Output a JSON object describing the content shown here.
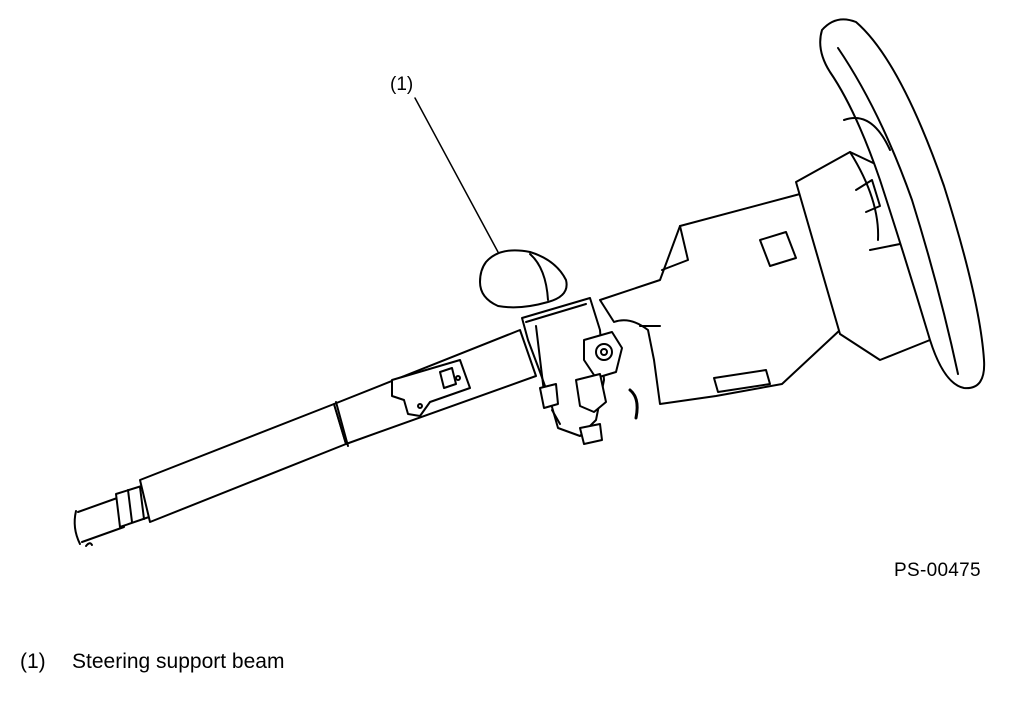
{
  "diagram": {
    "callout": "(1)",
    "figure_id": "PS-00475",
    "legend": [
      {
        "number": "(1)",
        "text": "Steering support beam"
      }
    ]
  }
}
